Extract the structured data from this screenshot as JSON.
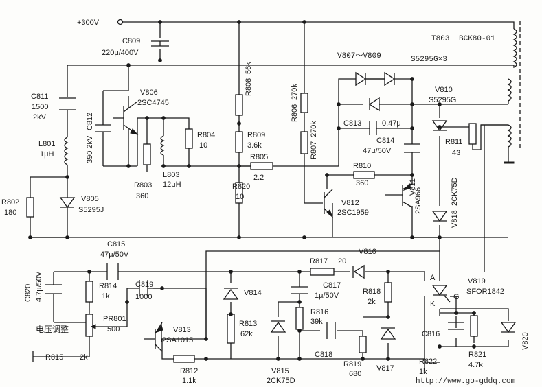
{
  "supply": "+300V",
  "transformer": {
    "ref": "T803",
    "part": "BCK80-01",
    "diodes": "V807～V809",
    "diode_part": "S5295G×3"
  },
  "labels": {
    "C809_ref": "C809",
    "C809_val": "220μ/400V",
    "C811_ref": "C811",
    "C811_v1": "1500",
    "C811_v2": "2kV",
    "C812_ref": "C812",
    "C812_val": "390 2kV",
    "L801_ref": "L801",
    "L801_val": "1μH",
    "V806_ref": "V806",
    "V806_part": "2SC4745",
    "R804_ref": "R804",
    "R804_val": "10",
    "R803_ref": "R803",
    "R803_val": "360",
    "L803_ref": "L803",
    "L803_val": "12μH",
    "R808_ref": "R808",
    "R808_val": "56k",
    "R809_ref": "R809",
    "R809_val": "3.6k",
    "R805_ref": "R805",
    "R805_val": "2.2",
    "R806_ref": "R806",
    "R806_val": "270k",
    "R807_ref": "R807",
    "R807_val": "270k",
    "R820_ref": "R820",
    "R820_val": "10",
    "R802_ref": "R802",
    "R802_val": "180",
    "V805_ref": "V805",
    "V805_part": "S5295J",
    "C813_ref": "C813",
    "C813_val": "0.47μ",
    "C814_ref": "C814",
    "C814_val": "47μ/50V",
    "R810_ref": "R810",
    "R810_val": "360",
    "V810_ref": "V810",
    "V810_part": "S5295G",
    "R811_ref": "R811",
    "R811_val": "43",
    "V811_ref": "V811",
    "V811_part": "2SA966",
    "V812_ref": "V812",
    "V812_part": "2SC1959",
    "V818_ref": "V818",
    "V818_part": "2CK75D",
    "C815_ref": "C815",
    "C815_val": "47μ/50V",
    "C820_ref": "C820",
    "C820_val": "4.7μ/50V",
    "R814_ref": "R814",
    "R814_val": "1k",
    "C819_ref": "C819",
    "C819_val": "1000",
    "PR801_ref": "PR801",
    "PR801_val": "500",
    "voltage_adj": "电压调整",
    "R815_ref": "R815",
    "R815_val": "2k",
    "V813_ref": "V813",
    "V813_part": "2SA1015",
    "R812_ref": "R812",
    "R812_val": "1.1k",
    "V814_ref": "V814",
    "R813_ref": "R813",
    "R813_val": "62k",
    "R817_ref": "R817",
    "R817_val": "20",
    "V816_ref": "V816",
    "C817_ref": "C817",
    "C817_val": "1μ/50V",
    "R818_ref": "R818",
    "R818_val": "2k",
    "R816_ref": "R816",
    "R816_val": "39k",
    "C818_ref": "C818",
    "R819_ref": "R819",
    "R819_val": "680",
    "V815_ref": "V815",
    "V815_part": "2CK75D",
    "V817_ref": "V817",
    "V819_ref": "V819",
    "V819_part": "SFOR1842",
    "A": "A",
    "K": "K",
    "G": "G",
    "C816_ref": "C816",
    "R821_ref": "R821",
    "R821_val": "4.7k",
    "R822_ref": "R822",
    "R822_val": "1k",
    "V820_ref": "V820"
  },
  "watermark": "http://www.go-gddq.com"
}
